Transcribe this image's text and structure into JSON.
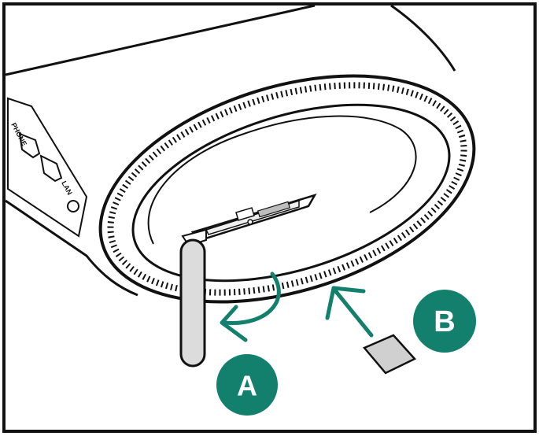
{
  "figure": {
    "steps": [
      {
        "id": "A",
        "label": "A"
      },
      {
        "id": "B",
        "label": "B"
      }
    ],
    "port_labels": {
      "phone": "PHONE",
      "lan": "LAN"
    },
    "colors": {
      "accent": "#13806e",
      "outline": "#111111",
      "device_body": "#ffffff",
      "cover": "#dcdcdc",
      "sim_card": "#d0d0d0",
      "background": "#ffffff"
    }
  }
}
